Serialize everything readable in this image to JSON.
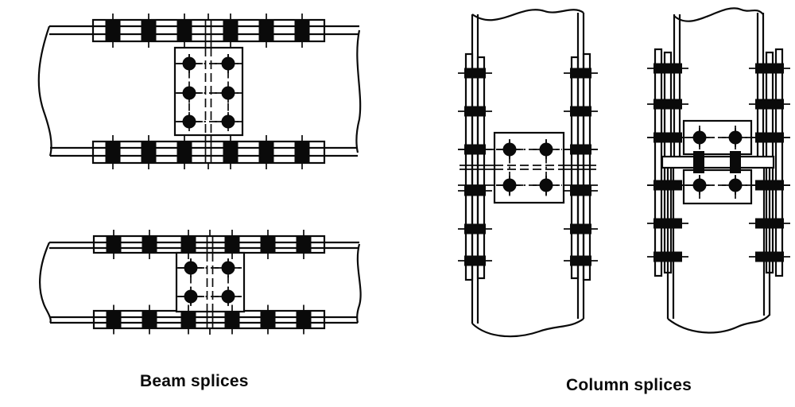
{
  "page": {
    "background": "#ffffff",
    "ink": "#0a0a0a"
  },
  "labels": {
    "beam": "Beam splices",
    "column": "Column splices"
  },
  "figure": {
    "beam_splices": {
      "caption": "Beam splices",
      "items": [
        {
          "name": "deep-beam-splice",
          "flange_bolts_per_splice": 6,
          "web_bolt_rows": 3,
          "web_bolt_columns": 2
        },
        {
          "name": "shallow-beam-splice",
          "flange_bolts_per_splice": 6,
          "web_bolt_rows": 2,
          "web_bolt_columns": 2
        }
      ]
    },
    "column_splices": {
      "caption": "Column splices",
      "items": [
        {
          "name": "column-splice-cover-plates",
          "flange_bolt_rows": 6,
          "web_bolt_rows": 2,
          "web_bolt_columns": 2
        },
        {
          "name": "column-splice-division-plate",
          "flange_bolt_rows": 6,
          "web_bolts_above_plate": 2,
          "web_bolts_below_plate": 2
        }
      ]
    }
  }
}
